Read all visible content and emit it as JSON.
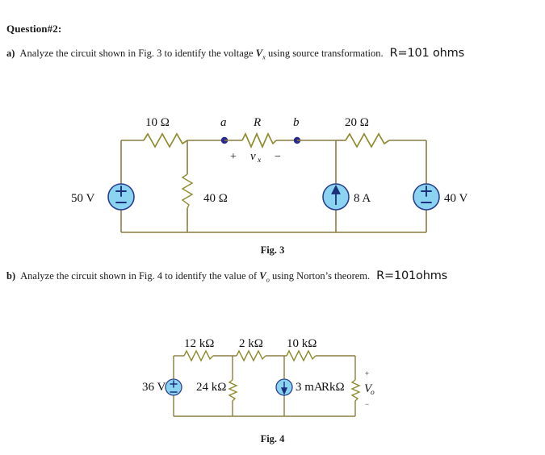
{
  "heading": "Question#2:",
  "part_a": {
    "marker": "a)",
    "text_before": "Analyze the circuit shown in Fig. 3 to identify the voltage ",
    "variable": "V",
    "variable_sub": "x",
    "text_after": " using source transformation.",
    "annotation": "R=101 ohms"
  },
  "part_b": {
    "marker": "b)",
    "text_before": "Analyze the circuit shown in Fig. 4 to identify the value of ",
    "variable": "V",
    "variable_sub": "o",
    "text_after": " using Norton’s theorem.",
    "annotation": "R=101ohms"
  },
  "fig3": {
    "caption": "Fig. 3",
    "source_left": "50 V",
    "resistor_top_left": "10 Ω",
    "node_a": "a",
    "resistor_r": "R",
    "node_b": "b",
    "plus_sign": "+",
    "vx_label": "v",
    "vx_sub": "x",
    "minus_sign": "−",
    "resistor_shunt": "40 Ω",
    "current_source": "8 A",
    "resistor_top_right": "20 Ω",
    "source_right": "40 V"
  },
  "fig4": {
    "caption": "Fig. 4",
    "source_left": "36 V",
    "resistor_1": "12 kΩ",
    "resistor_2": "2 kΩ",
    "resistor_3": "10 kΩ",
    "resistor_shunt": "24 kΩ",
    "current_source": "3 mA",
    "resistor_load": "RkΩ",
    "plus_sign": "+",
    "vo_label": "V",
    "vo_sub": "o",
    "minus_sign": "−"
  },
  "colors": {
    "wire": "#8a7d42",
    "resistor": "#8f8b2e",
    "source_fill": "#8ad4f2",
    "source_stroke": "#2c3f8f",
    "node_dot": "#2a2a8c",
    "text": "#111111"
  }
}
